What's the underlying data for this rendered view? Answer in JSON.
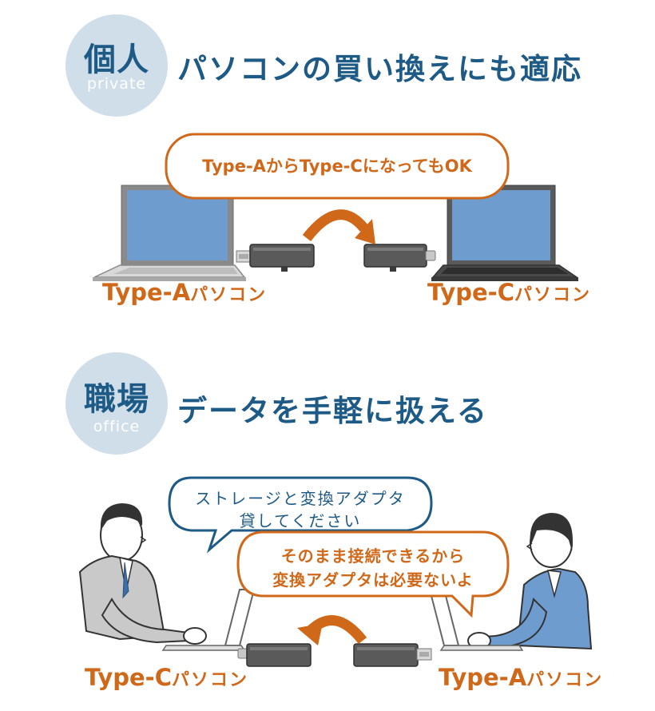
{
  "section_private": {
    "badge_main": "個人",
    "badge_sub": "private",
    "heading": "パソコンの買い換えにも適応",
    "bubble": "Type-AからType-CになってもOK",
    "left_label_main": "Type-A",
    "left_label_kana": "パソコン",
    "right_label_main": "Type-C",
    "right_label_kana": "パソコン"
  },
  "section_office": {
    "badge_main": "職場",
    "badge_sub": "office",
    "heading": "データを手軽に扱える",
    "bubble_request_line1": "ストレージと変換アダプタ",
    "bubble_request_line2": "貸してください",
    "bubble_reply_line1": "そのまま接続できるから",
    "bubble_reply_line2": "変換アダプタは必要ないよ",
    "left_label_main": "Type-C",
    "left_label_kana": "パソコン",
    "right_label_main": "Type-A",
    "right_label_kana": "パソコン"
  },
  "colors": {
    "accent_blue": "#1e5a86",
    "accent_orange": "#d0681a",
    "badge_bg": "#cfdee9",
    "screen_blue": "#6f9ccf"
  }
}
